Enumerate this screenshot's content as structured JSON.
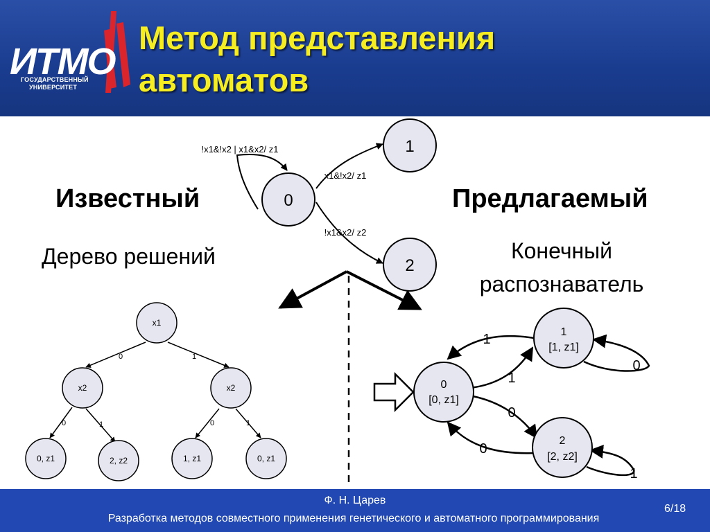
{
  "header": {
    "title_line1": "Метод представления",
    "title_line2": "автоматов",
    "logo_text": "ИТМО",
    "logo_sub1": "ГОСУДАРСТВЕННЫЙ",
    "logo_sub2": "УНИВЕРСИТЕТ"
  },
  "left": {
    "heading": "Известный",
    "subheading": "Дерево решений"
  },
  "right": {
    "heading": "Предлагаемый",
    "subheading_line1": "Конечный",
    "subheading_line2": "распознаватель"
  },
  "top_automaton": {
    "states": [
      "0",
      "1",
      "2"
    ],
    "self_loop_label": "!x1&!x2 | x1&x2/ z1",
    "edge_to_1_label": "x1&!x2/ z1",
    "edge_to_2_label": "!x1&x2/ z2"
  },
  "decision_tree": {
    "root": "x1",
    "left_child": "x2",
    "right_child": "x2",
    "leaves": [
      "0, z1",
      "2, z2",
      "1, z1",
      "0, z1"
    ],
    "edge_labels": [
      "0",
      "1",
      "0",
      "1",
      "0",
      "1"
    ]
  },
  "recognizer": {
    "state0_line1": "0",
    "state0_line2": "[0, z1]",
    "state1_line1": "1",
    "state1_line2": "[1, z1]",
    "state2_line1": "2",
    "state2_line2": "[2, z2]",
    "edge_0_to_1": "1",
    "edge_1_to_0": "1",
    "loop_1": "0",
    "edge_0_to_2": "0",
    "edge_2_to_0": "0",
    "loop_2": "1"
  },
  "footer": {
    "author": "Ф. Н. Царев",
    "talk_title": "Разработка методов совместного применения генетического и автоматного программирования",
    "page": "6/18"
  },
  "colors": {
    "header_bg": "#1a3c8f",
    "title_yellow": "#f6ee22",
    "footer_bg": "#2148b3",
    "node_fill": "#e6e6f0",
    "logo_red": "#d9252b"
  }
}
